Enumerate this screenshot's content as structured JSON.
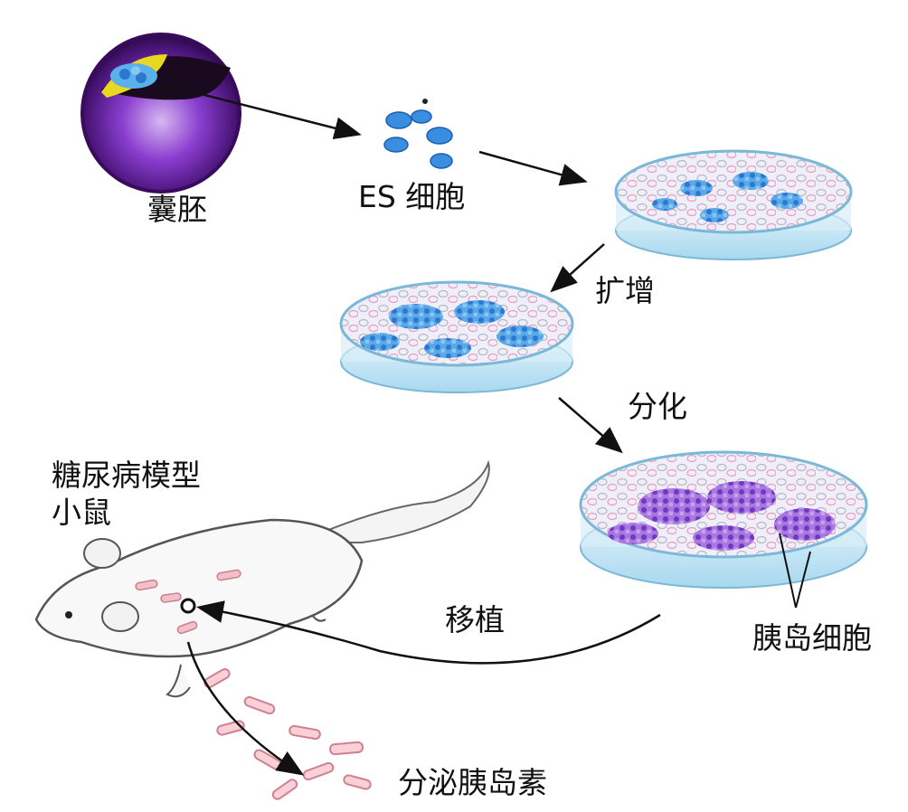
{
  "labels": {
    "blastocyst": "囊胚",
    "es_cells": "ES 细胞",
    "expand": "扩增",
    "differentiate": "分化",
    "model_mouse": "糖尿病模型\n小鼠",
    "transplant": "移植",
    "islet_cells": "胰岛细胞",
    "secrete_insulin": "分泌胰岛素"
  },
  "colors": {
    "blastocyst_purple": "#5a1a8c",
    "inner_mass": "#e8d820",
    "es_cell_blue": "#3a8ee0",
    "dish_rim": "#bfe4f4",
    "pink_cells": "#e890b8",
    "islet_purple": "#8a4ad0",
    "insulin_pink": "#f4c0c8",
    "arrow": "#111111"
  }
}
